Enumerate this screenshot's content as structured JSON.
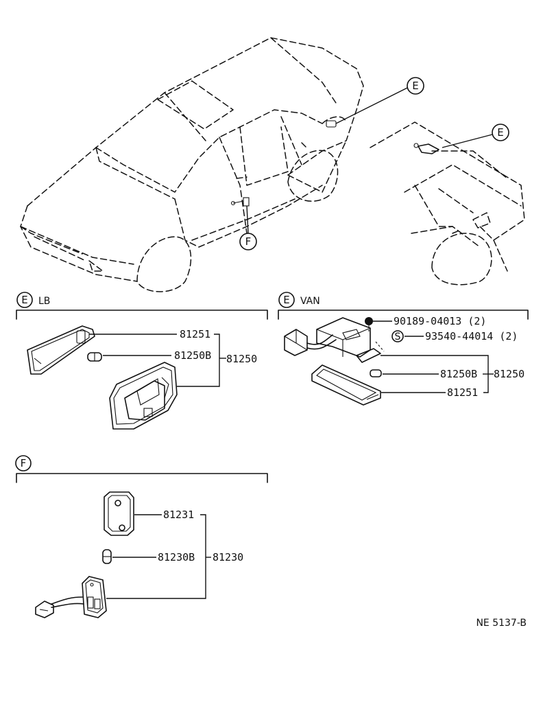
{
  "callouts": {
    "e_top": "E",
    "e_right": "E",
    "f_car": "F"
  },
  "sections": {
    "lb": {
      "marker": "E",
      "title": "LB"
    },
    "van": {
      "marker": "E",
      "title": "VAN"
    },
    "f": {
      "marker": "F"
    }
  },
  "lb_parts": {
    "cover": "81251",
    "bulb": "81250B",
    "assembly": "81250"
  },
  "van_parts": {
    "nut": "90189-04013 (2)",
    "screw_marker": "S",
    "screw": "93540-44014 (2)",
    "bulb": "81250B",
    "assembly": "81250",
    "cover": "81251"
  },
  "f_parts": {
    "cover": "81231",
    "bulb": "81230B",
    "assembly": "81230"
  },
  "figure_code": "NE 5137-B"
}
